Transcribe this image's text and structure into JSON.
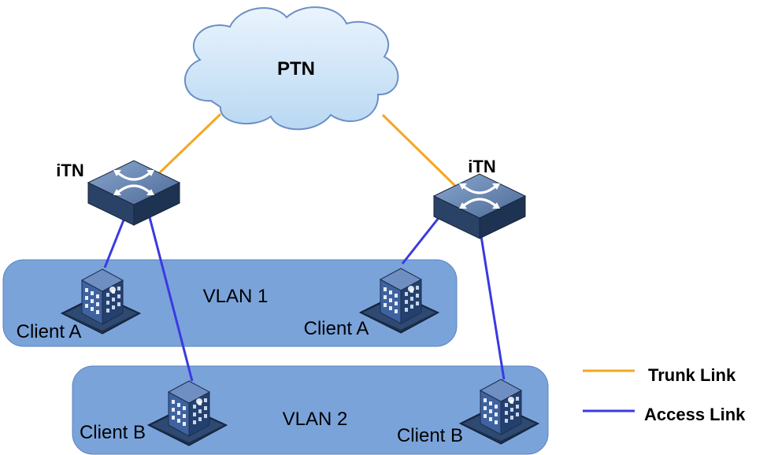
{
  "cloud": {
    "label": "PTN"
  },
  "switches": [
    {
      "label": "iTN"
    },
    {
      "label": "iTN"
    }
  ],
  "vlans": [
    {
      "label": "VLAN 1"
    },
    {
      "label": "VLAN 2"
    }
  ],
  "clients": [
    {
      "label": "Client A"
    },
    {
      "label": "Client A"
    },
    {
      "label": "Client B"
    },
    {
      "label": "Client B"
    }
  ],
  "legend": {
    "trunk": {
      "label": "Trunk Link",
      "color": "#f5a623"
    },
    "access": {
      "label": "Access Link",
      "color": "#3a3ae0"
    }
  },
  "colors": {
    "cloud_fill": "#c9e3f8",
    "cloud_stroke": "#6b8fc4",
    "vlan_fill": "#7aa3da",
    "switch_top": "#5a7bab",
    "switch_side": "#2c4466"
  }
}
